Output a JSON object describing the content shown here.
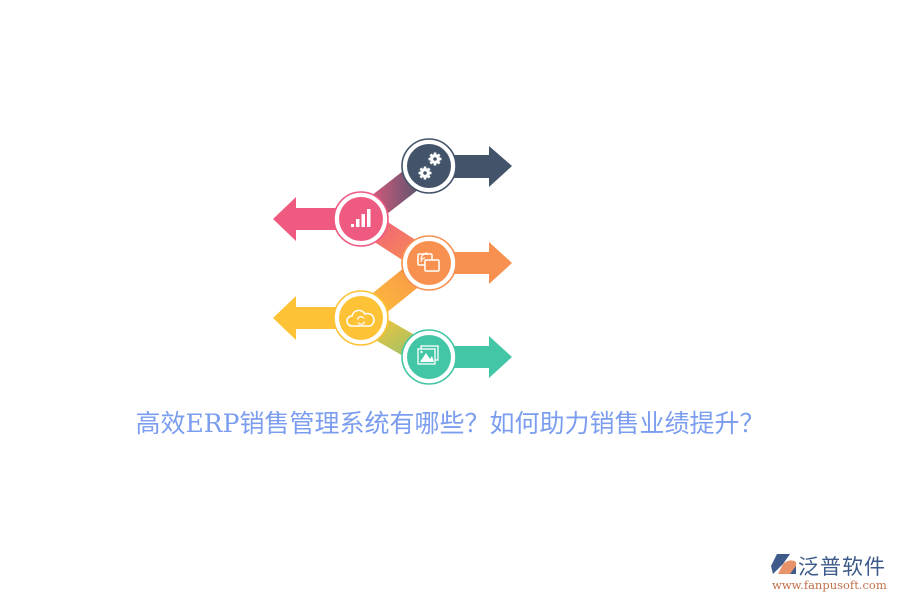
{
  "title": "高效ERP销售管理系统有哪些？如何助力销售业绩提升？",
  "infographic": {
    "steps": [
      {
        "icon": "gears-icon",
        "color": "#435369",
        "direction": "right"
      },
      {
        "icon": "bar-chart-icon",
        "color": "#EF5B80",
        "direction": "left"
      },
      {
        "icon": "screen-cast-icon",
        "color": "#F8914F",
        "direction": "right"
      },
      {
        "icon": "cloud-sync-icon",
        "color": "#FDC236",
        "direction": "left"
      },
      {
        "icon": "image-gallery-icon",
        "color": "#43C6A5",
        "direction": "right"
      }
    ]
  },
  "logo": {
    "name": "泛普软件",
    "url": "www.fanpusoft.com",
    "colors": {
      "primary": "#3D5A8A",
      "accent": "#E9936A",
      "url": "#C0714A"
    }
  }
}
